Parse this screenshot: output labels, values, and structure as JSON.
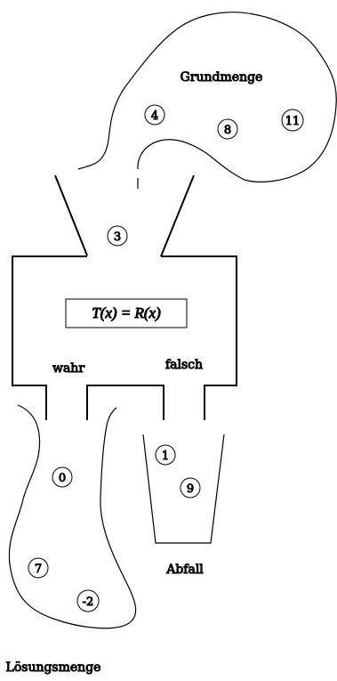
{
  "labels": {
    "grundmenge": "Grundmenge",
    "wahr": "wahr",
    "falsch": "falsch",
    "abfall": "Abfall",
    "loesungsmenge": "Lösungsmenge"
  },
  "formula": "T(x) = R(x)",
  "elements": {
    "grundmenge": [
      "4",
      "8",
      "11"
    ],
    "funnel": [
      "3"
    ],
    "abfall": [
      "1",
      "9"
    ],
    "loesungsmenge": [
      "0",
      "7",
      "-2"
    ]
  }
}
